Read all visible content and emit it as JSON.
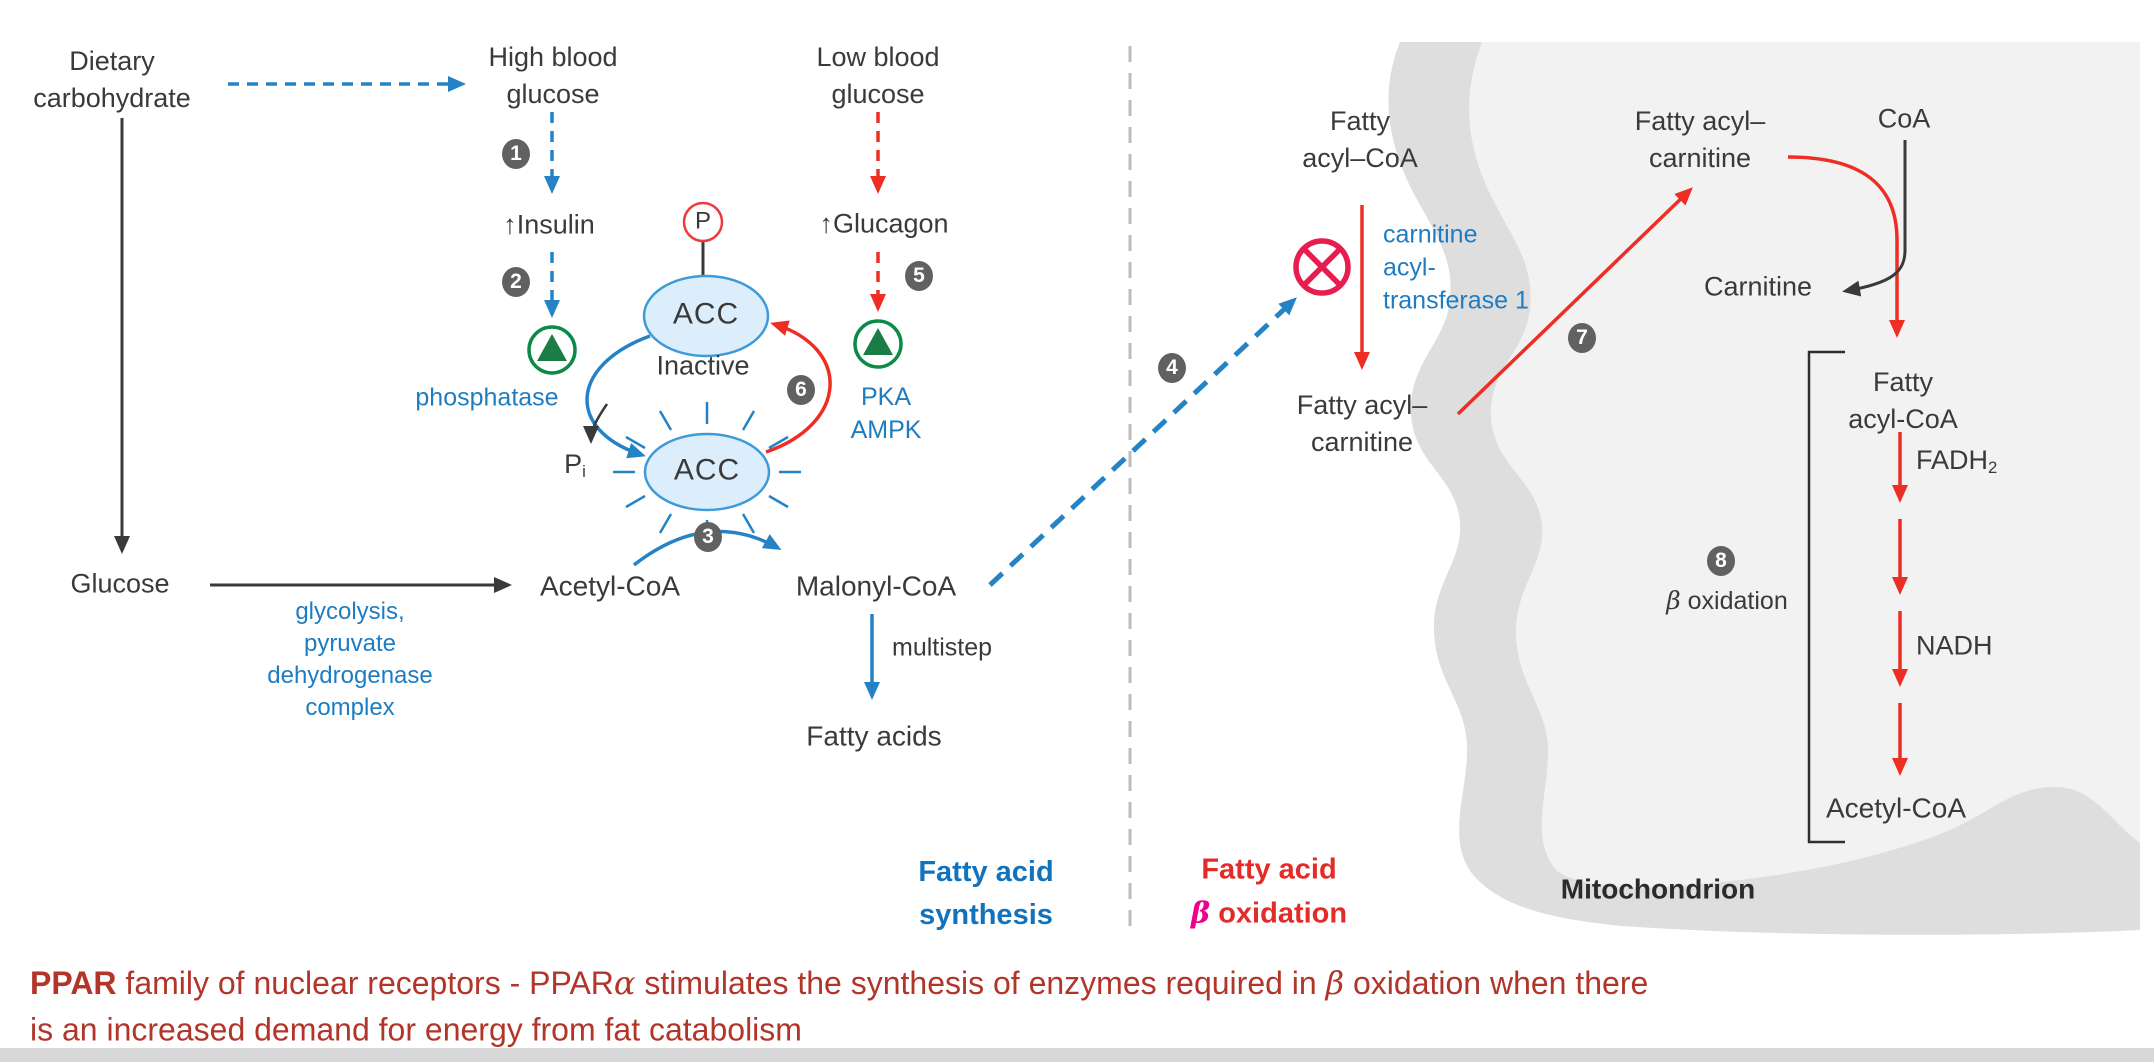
{
  "sections": {
    "synthesis_title": "Fatty acid\nsynthesis",
    "oxidation_title_line1": "Fatty acid",
    "oxidation_beta": "β",
    "oxidation_word": " oxidation",
    "mitochondrion": "Mitochondrion"
  },
  "nodes": {
    "dietary_carbohydrate": "Dietary\ncarbohydrate",
    "high_blood_glucose": "High blood\nglucose",
    "low_blood_glucose": "Low blood\nglucose",
    "insulin": "↑Insulin",
    "glucagon": "↑Glucagon",
    "acc_inactive": "ACC",
    "inactive_label": "Inactive",
    "acc_active": "ACC",
    "phosphate_p": "P",
    "pi_base": "P",
    "pi_sub": "i",
    "glucose": "Glucose",
    "acetyl_coa": "Acetyl-CoA",
    "malonyl_coa": "Malonyl-CoA",
    "fatty_acids": "Fatty acids",
    "fatty_acyl_coa_cytosol": "Fatty\nacyl–CoA",
    "fatty_acyl_carnitine_cytosol": "Fatty acyl–\ncarnitine",
    "fatty_acyl_carnitine_matrix": "Fatty acyl–\ncarnitine",
    "coa": "CoA",
    "carnitine": "Carnitine",
    "fatty_acyl_coa_matrix": "Fatty\nacyl-CoA",
    "fadh2_base": "FADH",
    "fadh2_sub": "2",
    "nadh": "NADH",
    "acetyl_coa_matrix": "Acetyl-CoA"
  },
  "enzymes": {
    "phosphatase": "phosphatase",
    "pka_ampk": "PKA\nAMPK",
    "glycolysis_complex": "glycolysis,\npyruvate\ndehydrogenase\ncomplex",
    "carnitine_acyltransferase": "carnitine\nacyl-\ntransferase 1",
    "multistep": "multistep",
    "beta_ox_beta": "β",
    "beta_ox_word": " oxidation"
  },
  "steps": {
    "s1": "1",
    "s2": "2",
    "s3": "3",
    "s4": "4",
    "s5": "5",
    "s6": "6",
    "s7": "7",
    "s8": "8"
  },
  "caption": {
    "bold": "PPAR",
    "seg1": " family of nuclear receptors - PPAR",
    "alpha": "α",
    "seg2": " stimulates the synthesis of enzymes required in ",
    "beta": "β",
    "seg3": " oxidation when there",
    "line2": "is an increased demand for energy from fat catabolism"
  },
  "colors": {
    "arrow_blue": "#2583c5",
    "arrow_red": "#ee2e24",
    "beta_magenta": "#ec008c",
    "inhibit_crimson": "#e81c4f",
    "activation_green": "#0b8a49",
    "badge_gray": "#616161",
    "caption_red": "#b2352a",
    "acc_fill": "#dceefb",
    "acc_stroke": "#3e9ad8",
    "mito_outer": "#dededf",
    "mito_inner": "#f2f2f2"
  }
}
